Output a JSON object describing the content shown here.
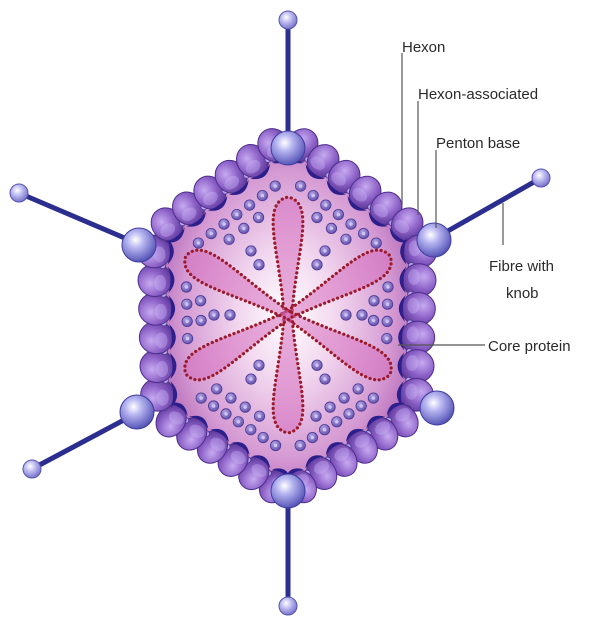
{
  "labels": {
    "hexon": "Hexon",
    "hexon_associated": "Hexon-associated",
    "penton_base": "Penton base",
    "fibre_line1": "Fibre with",
    "fibre_line2": "knob",
    "core_protein": "Core protein"
  },
  "colors": {
    "background": "#ffffff",
    "capsid_fill": "#8a5cc0",
    "capsid_dark": "#4a2a8e",
    "crescent": "#2c1f8c",
    "fibre": "#2b2d8f",
    "knob": "#a7a4e6",
    "core_center": "#ffffff",
    "core_edge": "#b05fb0",
    "core_spot": "#6d5bb8",
    "dna_dots": "#9b1a2a",
    "leader_line": "#555555"
  }
}
